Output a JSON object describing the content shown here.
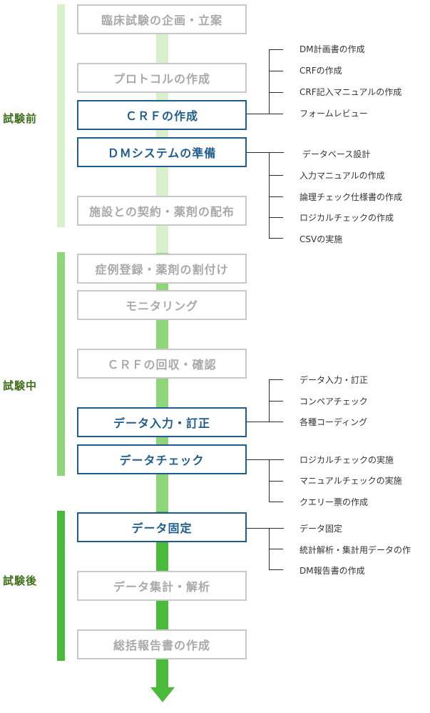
{
  "phases": {
    "pre": "試験前",
    "mid": "試験中",
    "post": "試験後"
  },
  "steps": {
    "planning": "臨床試験の企画・立案",
    "protocol": "プロトコルの作成",
    "crf_create": "ＣＲＦの作成",
    "dm_system": "ＤＭシステムの準備",
    "contract": "施設との契約・薬剤の配布",
    "registration": "症例登録・薬剤の割付け",
    "monitoring": "モニタリング",
    "crf_collect": "ＣＲＦの回収・確認",
    "data_entry": "データ入力・訂正",
    "data_check": "データチェック",
    "data_lock": "データ固定",
    "analysis": "データ集計・解析",
    "report": "総括報告書の作成"
  },
  "details": {
    "crf": [
      "DM計画書の作成",
      "CRFの作成",
      "CRF記入マニュアルの作成",
      "フォームレビュー"
    ],
    "dm_system": [
      " データベース設計",
      "入力マニュアルの作成",
      "論理チェック仕様書の作成",
      "ロジカルチェックの作成",
      "CSVの実施"
    ],
    "data_entry": [
      "データ入力・訂正",
      "コンペアチェック",
      "各種コーディング"
    ],
    "data_check": [
      "ロジカルチェックの実施",
      "マニュアルチェックの実施",
      "クエリー票の作成"
    ],
    "data_lock": [
      "データ固定",
      "統計解析・集計用データの作",
      "DM報告書の作成"
    ]
  },
  "colors": {
    "phase_pre": "#d9f0cd",
    "phase_mid": "#8fd67a",
    "phase_post": "#4aba3a",
    "step_highlight": "#1e5d8e",
    "step_muted": "#a9a9a9"
  }
}
